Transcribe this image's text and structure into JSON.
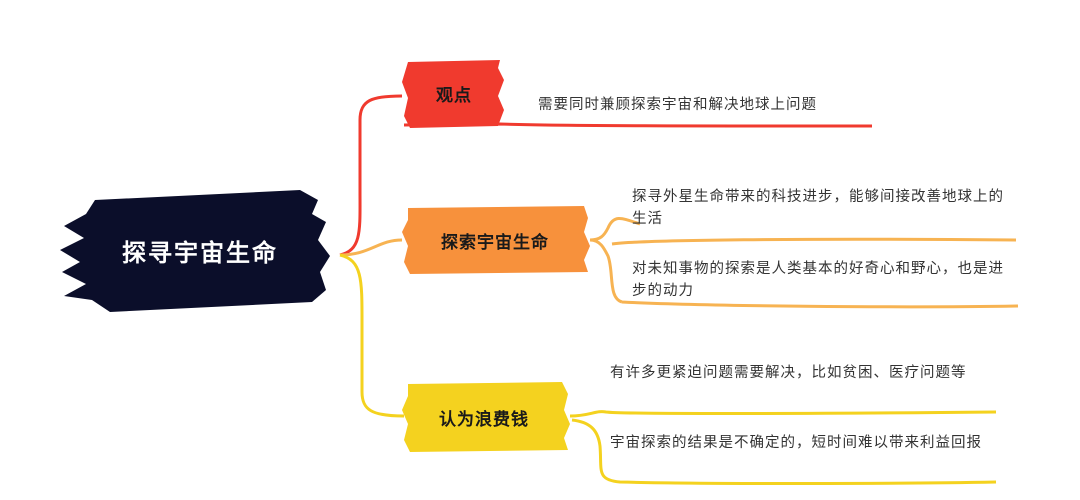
{
  "root": {
    "label": "探寻宇宙生命",
    "color": "#0b0e2a"
  },
  "branches": [
    {
      "label": "观点",
      "color": "#f03a2e",
      "lineColor": "#f03a2e",
      "leaves": [
        "需要同时兼顾探索宇宙和解决地球上问题"
      ]
    },
    {
      "label": "探索宇宙生命",
      "color": "#f7913c",
      "lineColor": "#f7b352",
      "leaves": [
        "探寻外星生命带来的科技进步，能够间接改善地球上的生活",
        "对未知事物的探索是人类基本的好奇心和野心，也是进步的动力"
      ]
    },
    {
      "label": "认为浪费钱",
      "color": "#f4d21f",
      "lineColor": "#f4d21f",
      "leaves": [
        "有许多更紧迫问题需要解决，比如贫困、医疗问题等",
        "宇宙探索的结果是不确定的，短时间难以带来利益回报"
      ]
    }
  ]
}
